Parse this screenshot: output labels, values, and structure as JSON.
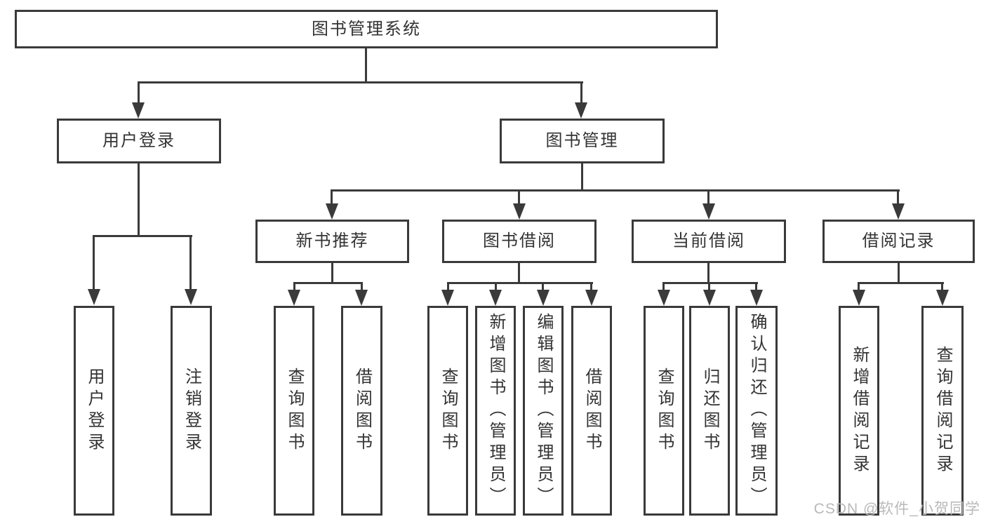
{
  "tree": {
    "root": {
      "label": "图书管理系统"
    },
    "user_login": {
      "label": "用户登录",
      "children": [
        {
          "label": "用户登录"
        },
        {
          "label": "注销登录"
        }
      ]
    },
    "book_management": {
      "label": "图书管理",
      "groups": [
        {
          "label": "新书推荐",
          "children": [
            {
              "label": "查询图书"
            },
            {
              "label": "借阅图书"
            }
          ]
        },
        {
          "label": "图书借阅",
          "children": [
            {
              "label": "查询图书"
            },
            {
              "label": "新增图书（管理员）"
            },
            {
              "label": "编辑图书（管理员）"
            },
            {
              "label": "借阅图书"
            }
          ]
        },
        {
          "label": "当前借阅",
          "children": [
            {
              "label": "查询图书"
            },
            {
              "label": "归还图书"
            },
            {
              "label": "确认归还（管理员）"
            }
          ]
        },
        {
          "label": "借阅记录",
          "children": [
            {
              "label": "新增借阅记录"
            },
            {
              "label": "查询借阅记录"
            }
          ]
        }
      ]
    }
  },
  "watermark": {
    "text": "CSDN @软件_小贺同学"
  },
  "colors": {
    "line": "#3a3a3a",
    "text": "#333333",
    "watermark": "#b9b9b9",
    "background": "#ffffff"
  }
}
